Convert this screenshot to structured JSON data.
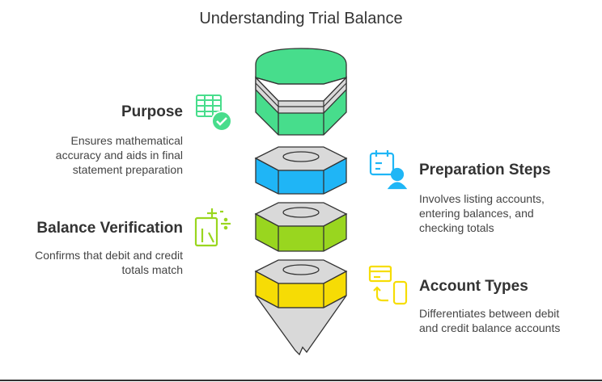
{
  "title": "Understanding Trial Balance",
  "items": [
    {
      "heading": "Purpose",
      "description_lines": [
        "Ensures mathematical",
        "accuracy and aids in final",
        "statement preparation"
      ],
      "icon": "spreadsheet-check-icon",
      "color": "#48dd8c"
    },
    {
      "heading": "Preparation Steps",
      "description_lines": [
        "Involves listing accounts,",
        "entering balances, and",
        "checking totals"
      ],
      "icon": "calendar-person-icon",
      "color": "#1fb6f6"
    },
    {
      "heading": "Balance Verification",
      "description_lines": [
        "Confirms that debit and credit",
        "totals match"
      ],
      "icon": "calculator-sparkle-icon",
      "color": "#9ad61f"
    },
    {
      "heading": "Account Types",
      "description_lines": [
        "Differentiates between debit",
        "and credit balance accounts"
      ],
      "icon": "card-phone-icon",
      "color": "#f6dd05"
    }
  ]
}
